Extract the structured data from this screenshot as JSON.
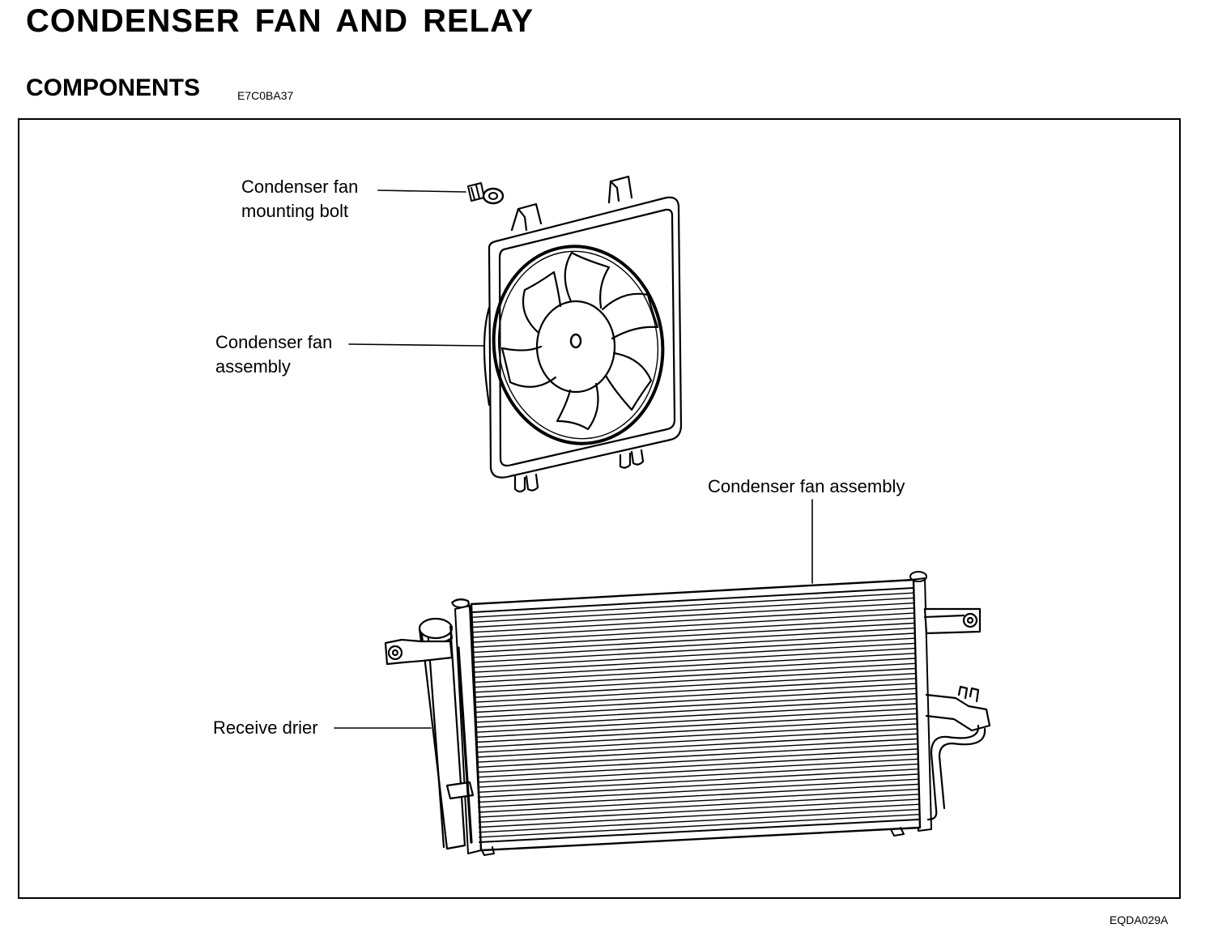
{
  "header": {
    "title": "CONDENSER FAN AND RELAY",
    "section": "COMPONENTS",
    "section_code": "E7C0BA37"
  },
  "figure": {
    "callouts": {
      "mounting_bolt": {
        "line1": "Condenser fan",
        "line2": "mounting bolt"
      },
      "fan_assembly": {
        "line1": "Condenser fan",
        "line2": "assembly"
      },
      "condenser_label": "Condenser fan assembly",
      "receive_drier": "Receive drier"
    },
    "figure_code": "EQDA029A"
  }
}
